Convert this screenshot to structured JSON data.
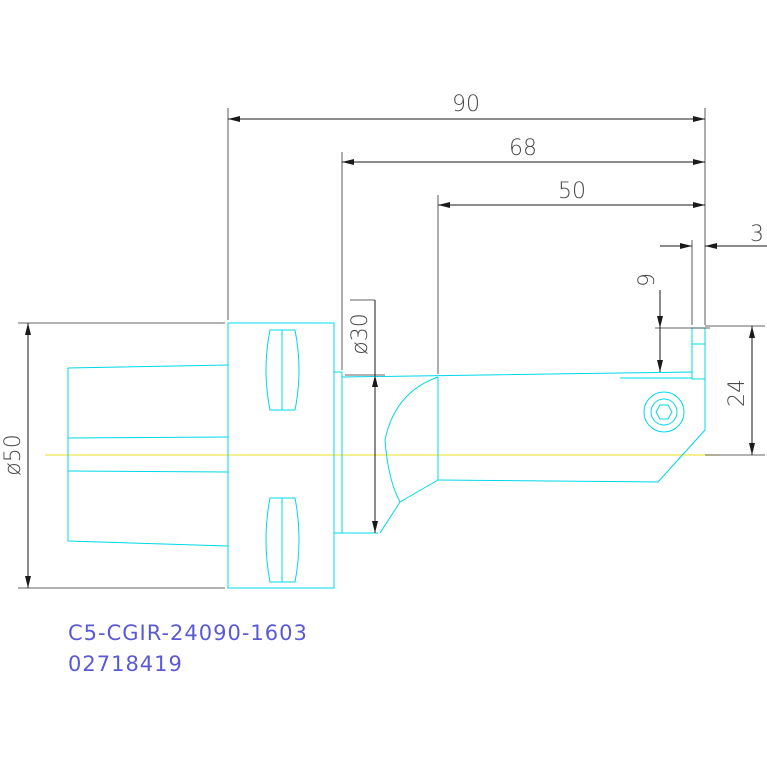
{
  "dimensions": {
    "total_length": "90",
    "flange_length": "68",
    "tool_length": "50",
    "tip_offset": "3",
    "tip_width": "9",
    "center_height": "24",
    "shank_diameter": "ø30",
    "body_diameter": "ø50"
  },
  "title_block": {
    "part_number": "C5-CGIR-24090-1603",
    "order_code": "02718419"
  },
  "colors": {
    "part_outline": "#00d8e8",
    "centerline": "#e8e020",
    "dimension": "#1a1a1a",
    "label_text": "#5a5ad8"
  }
}
